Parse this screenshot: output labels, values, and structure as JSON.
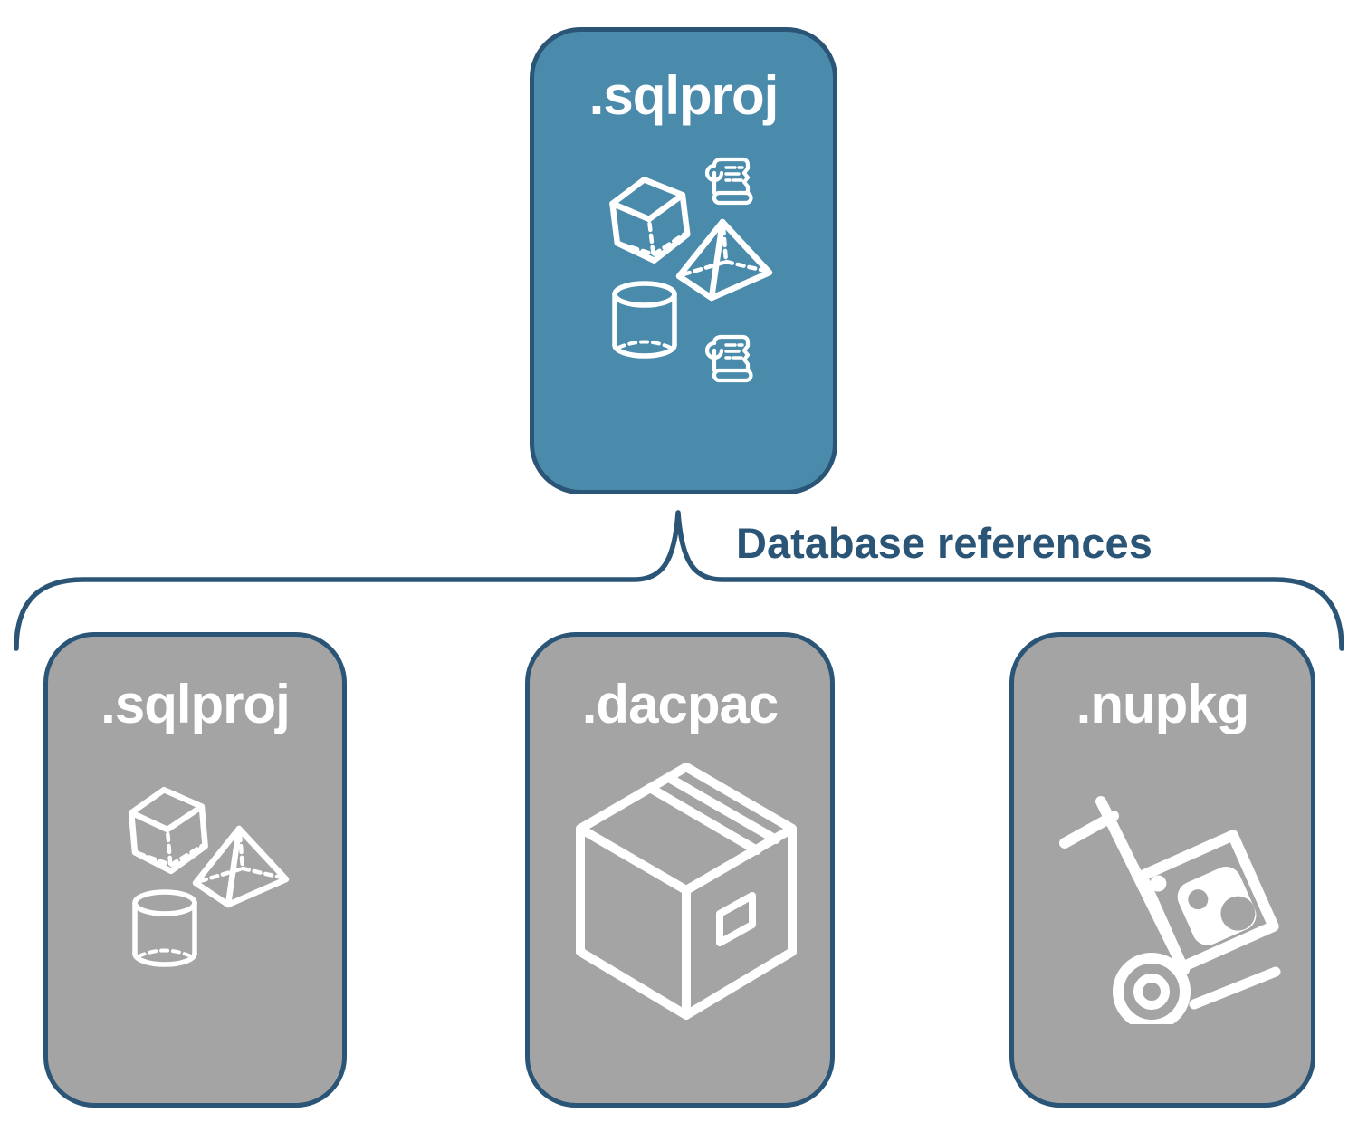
{
  "root_box": {
    "label": ".sqlproj"
  },
  "connector": {
    "label": "Database references"
  },
  "child_boxes": [
    {
      "label": ".sqlproj",
      "icon": "sql-objects-icons"
    },
    {
      "label": ".dacpac",
      "icon": "package-box-icon"
    },
    {
      "label": ".nupkg",
      "icon": "hand-truck-icon"
    }
  ],
  "icons": {
    "root_cluster": [
      "cube-icon",
      "scroll-icon",
      "pyramid-icon",
      "cylinder-icon",
      "scroll-icon"
    ],
    "child_cluster": [
      "cube-icon",
      "pyramid-icon",
      "cylinder-icon"
    ]
  },
  "colors": {
    "teal": "#4a8bac",
    "gray": "#a4a4a4",
    "navy": "#2b5576",
    "icon_stroke": "#ffffff",
    "bg": "#ffffff"
  }
}
